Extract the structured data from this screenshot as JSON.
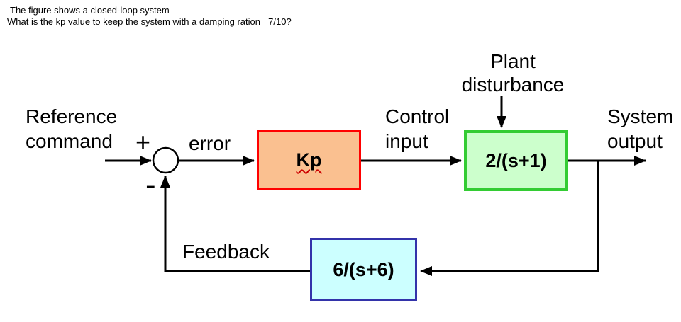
{
  "question": {
    "line1": "The figure shows a closed-loop system",
    "line2": "What is the kp value to keep the system with a damping ration= 7/10?"
  },
  "diagram": {
    "reference_command": {
      "line1": "Reference",
      "line2": "command"
    },
    "signs": {
      "plus": "+",
      "minus": "-"
    },
    "error_label": "error",
    "control_input": {
      "line1": "Control",
      "line2": "input"
    },
    "plant_disturbance": {
      "line1": "Plant",
      "line2": "disturbance"
    },
    "system_output": {
      "line1": "System",
      "line2": "output"
    },
    "feedback_label": "Feedback",
    "blocks": {
      "controller": {
        "label": "Kp",
        "fill": "#FAC090",
        "border": "#FF0000"
      },
      "plant": {
        "label": "2/(s+1)",
        "fill": "#CCFFCC",
        "border": "#33CC33"
      },
      "feedback": {
        "label": "6/(s+6)",
        "fill": "#CCFFFF",
        "border": "#3333AA"
      }
    },
    "line_color": "#000000"
  }
}
